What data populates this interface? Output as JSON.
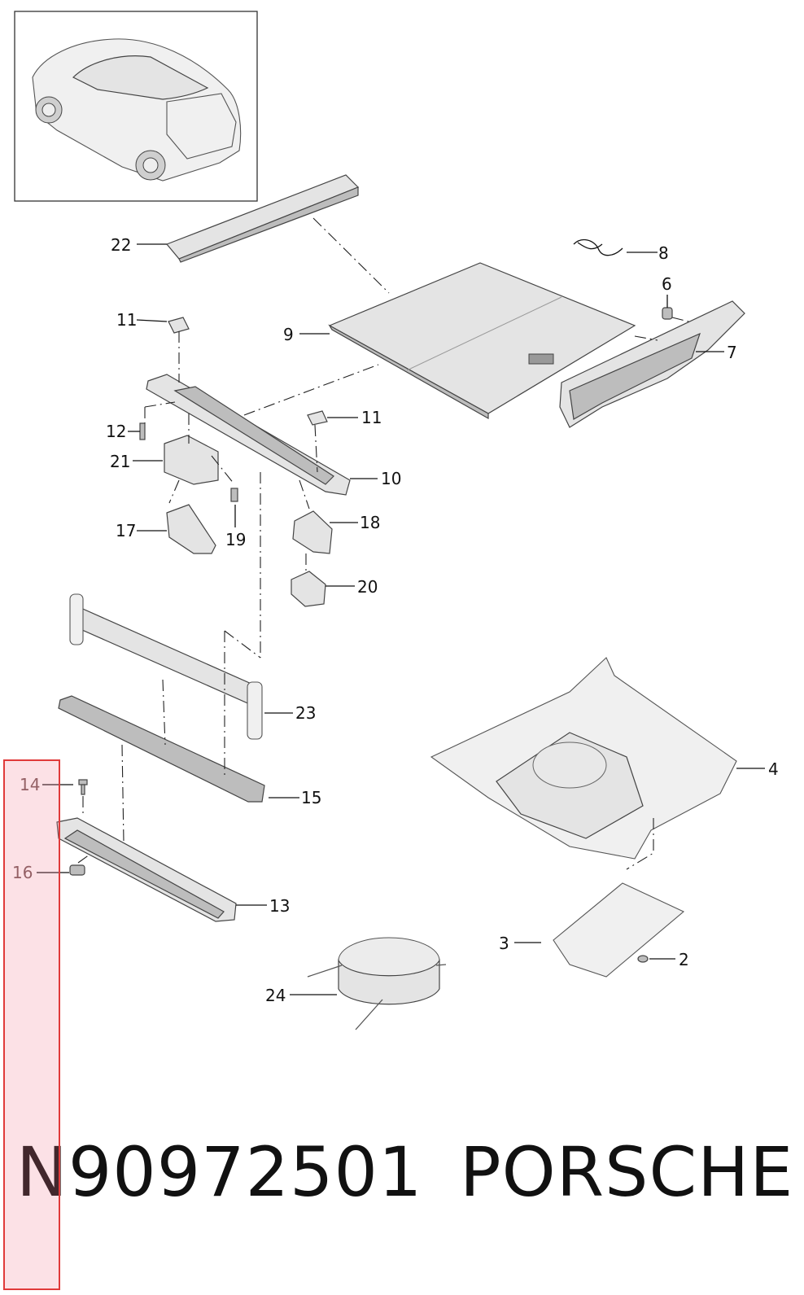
{
  "footer": {
    "part_number": "N90972501",
    "brand": "PORSCHE"
  },
  "callouts": [
    {
      "id": "c22",
      "label": "22"
    },
    {
      "id": "c8",
      "label": "8"
    },
    {
      "id": "c6",
      "label": "6"
    },
    {
      "id": "c11a",
      "label": "11"
    },
    {
      "id": "c9",
      "label": "9"
    },
    {
      "id": "c7",
      "label": "7"
    },
    {
      "id": "c11b",
      "label": "11"
    },
    {
      "id": "c12",
      "label": "12"
    },
    {
      "id": "c21",
      "label": "21"
    },
    {
      "id": "c10",
      "label": "10"
    },
    {
      "id": "c18",
      "label": "18"
    },
    {
      "id": "c17",
      "label": "17"
    },
    {
      "id": "c19",
      "label": "19"
    },
    {
      "id": "c20",
      "label": "20"
    },
    {
      "id": "c23",
      "label": "23"
    },
    {
      "id": "c4",
      "label": "4"
    },
    {
      "id": "c14",
      "label": "14"
    },
    {
      "id": "c15",
      "label": "15"
    },
    {
      "id": "c16",
      "label": "16"
    },
    {
      "id": "c13",
      "label": "13"
    },
    {
      "id": "c3",
      "label": "3"
    },
    {
      "id": "c2",
      "label": "2"
    },
    {
      "id": "c24",
      "label": "24"
    }
  ],
  "colors": {
    "highlight_border": "#e03a3a",
    "highlight_fill": "#f0788c"
  }
}
